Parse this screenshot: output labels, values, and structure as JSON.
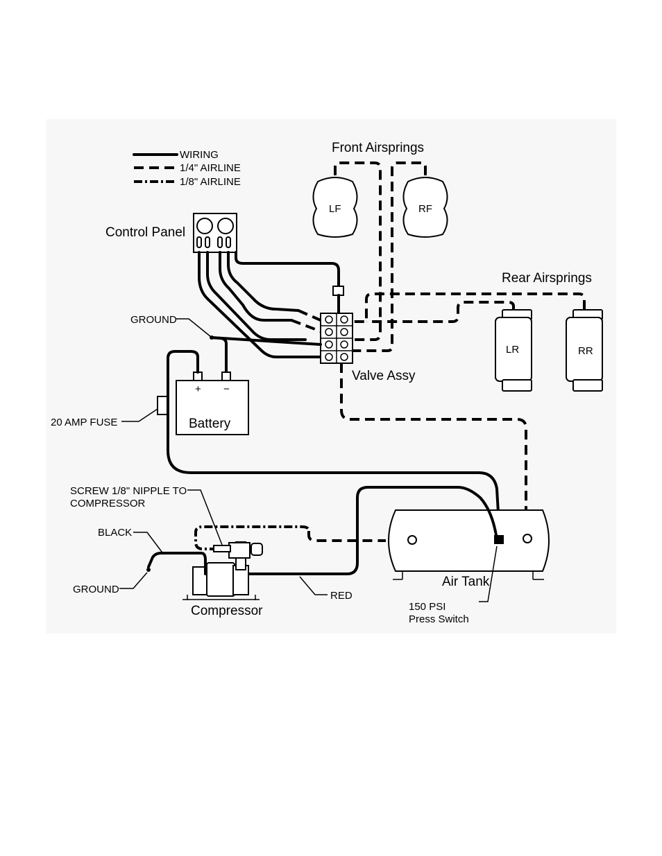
{
  "legend": {
    "wiring": "WIRING",
    "airline_14": "1/4\" AIRLINE",
    "airline_18": "1/8\" AIRLINE"
  },
  "labels": {
    "front_airsprings": "Front Airsprings",
    "rear_airsprings": "Rear Airsprings",
    "control_panel": "Control Panel",
    "valve_assy": "Valve Assy",
    "battery": "Battery",
    "battery_plus": "+",
    "battery_minus": "−",
    "ground_top": "GROUND",
    "fuse": "20 AMP FUSE",
    "nipple_line1": "SCREW 1/8\" NIPPLE TO",
    "nipple_line2": "COMPRESSOR",
    "black": "BLACK",
    "ground_bottom": "GROUND",
    "compressor": "Compressor",
    "red": "RED",
    "air_tank": "Air Tank",
    "psi_line1": "150 PSI",
    "psi_line2": "Press Switch"
  },
  "springs": {
    "lf": "LF",
    "rf": "RF",
    "lr": "LR",
    "rr": "RR"
  }
}
